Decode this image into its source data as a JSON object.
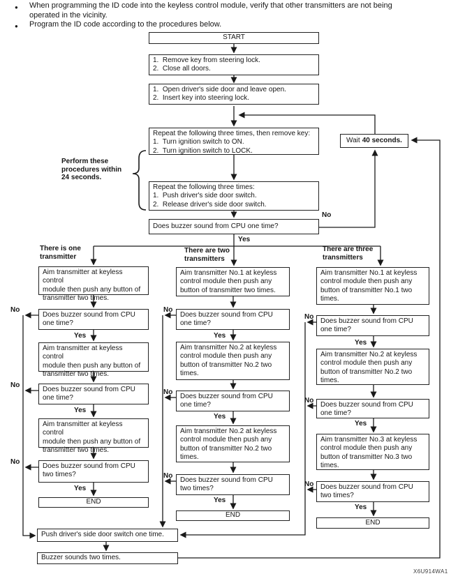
{
  "page": {
    "bullets": [
      "When programming the ID code into the keyless control module, verify that other transmitters are not being\noperated in the vicinity.",
      "Program the ID code according to the procedures below."
    ],
    "figure_code": "X6U914WA1"
  },
  "labels": {
    "yes": "Yes",
    "no": "No"
  },
  "main": {
    "start": "START",
    "remove_key": "1.  Remove key from steering lock.\n2.  Close all doors.",
    "open_door": "1.  Open driver's side door and leave open.\n2.  Insert key into steering lock.",
    "repeat_ignition": "Repeat the following three times, then remove key:\n1.  Turn ignition switch to ON.\n2.  Turn ignition switch to LOCK.",
    "repeat_door_switch": "Repeat the following three times:\n1.  Push driver's side door switch.\n2.  Release driver's side door switch.",
    "buzzer_question": "Does buzzer sound from CPU one time?",
    "wait": {
      "prefix": "Wait",
      "duration": "40 seconds."
    },
    "brace_note": "Perform these\nprocedures within\n24 seconds."
  },
  "columns": [
    {
      "header": "There is one\ntransmitter",
      "aim1": "Aim transmitter at keyless control\nmodule then push any button of\ntransmitter two times.",
      "q1": "Does buzzer sound from CPU\none time?",
      "aim2": "Aim transmitter at keyless control\nmodule then push any button of\ntransmitter two times.",
      "q2": "Does buzzer sound from CPU\none time?",
      "aim3": "Aim transmitter at keyless control\nmodule then push any button of\ntransmitter two times.",
      "q3": "Does buzzer sound from CPU\ntwo times?",
      "end": "END"
    },
    {
      "header": "There are two\ntransmitters",
      "aim1": "Aim transmitter No.1 at keyless\ncontrol module then push any\nbutton of transmitter two times.",
      "q1": "Does buzzer sound from CPU\none time?",
      "aim2": "Aim transmitter No.2 at keyless\ncontrol module then push any\nbutton of transmitter No.2 two\ntimes.",
      "q2": "Does buzzer sound from CPU\none time?",
      "aim3": "Aim transmitter No.2 at keyless\ncontrol module then push any\nbutton of transmitter No.2 two\ntimes.",
      "q3": "Does buzzer sound from CPU\ntwo times?",
      "end": "END"
    },
    {
      "header": "There are three\ntransmitters",
      "aim1": "Aim transmitter No.1 at keyless\ncontrol module then push any\nbutton of transmitter No.1 two\ntimes.",
      "q1": "Does buzzer sound from CPU\none time?",
      "aim2": "Aim transmitter No.2 at keyless\ncontrol module then push any\nbutton of transmitter No.2 two\ntimes.",
      "q2": "Does buzzer sound from CPU\none time?",
      "aim3": "Aim transmitter No.3 at keyless\ncontrol module then push any\nbutton of transmitter No.3 two\ntimes.",
      "q3": "Does buzzer sound from CPU\ntwo times?",
      "end": "END"
    }
  ],
  "footer": {
    "push_switch": "Push driver's side door switch one time.",
    "buzzer_sounds": "Buzzer sounds two times."
  }
}
